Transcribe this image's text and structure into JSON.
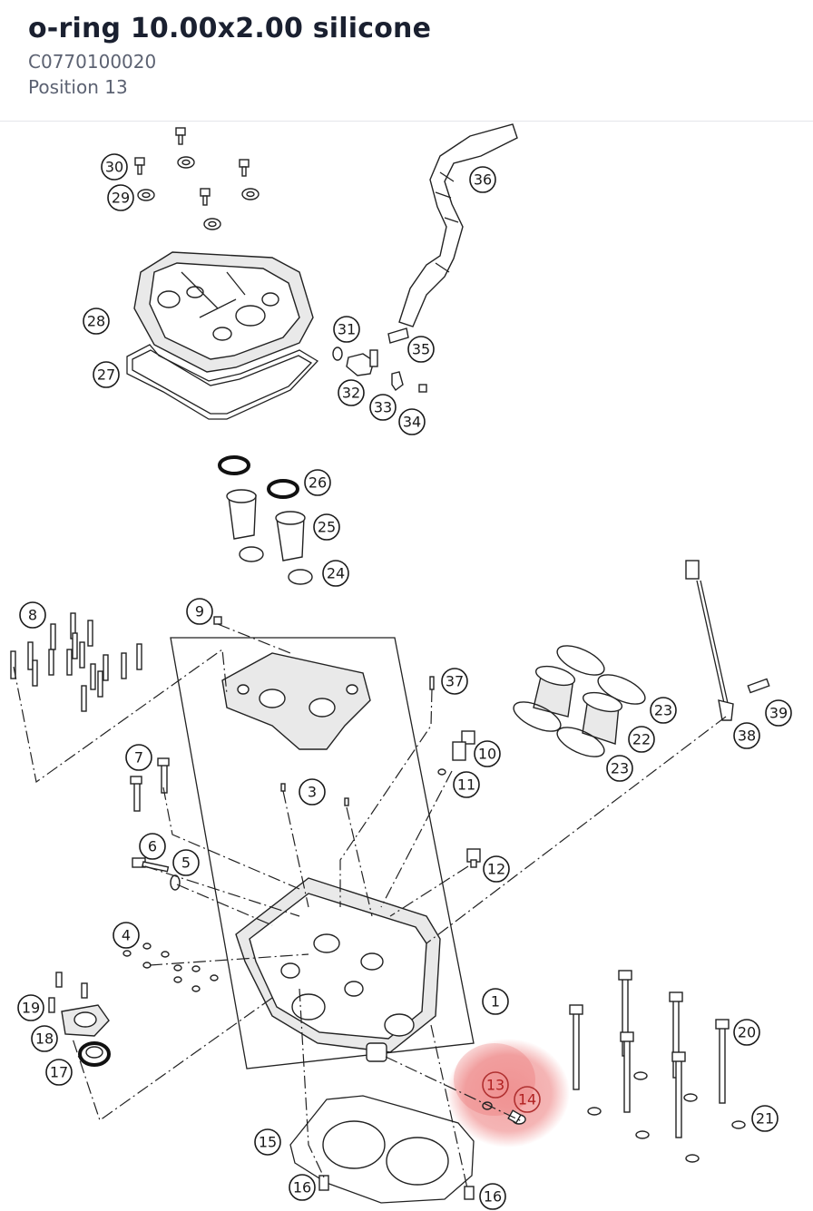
{
  "header": {
    "title": "o-ring 10.00x2.00 silicone",
    "part_number": "C0770100020",
    "position": "Position 13"
  },
  "diagram": {
    "highlight_color": "#e85a5a",
    "selected_position": "13",
    "callouts": [
      "1",
      "3",
      "4",
      "5",
      "6",
      "7",
      "8",
      "9",
      "10",
      "11",
      "12",
      "13",
      "14",
      "15",
      "16",
      "16",
      "17",
      "18",
      "19",
      "20",
      "21",
      "22",
      "23",
      "23",
      "24",
      "25",
      "26",
      "27",
      "28",
      "29",
      "30",
      "31",
      "32",
      "33",
      "34",
      "35",
      "36",
      "37",
      "38",
      "39"
    ]
  }
}
